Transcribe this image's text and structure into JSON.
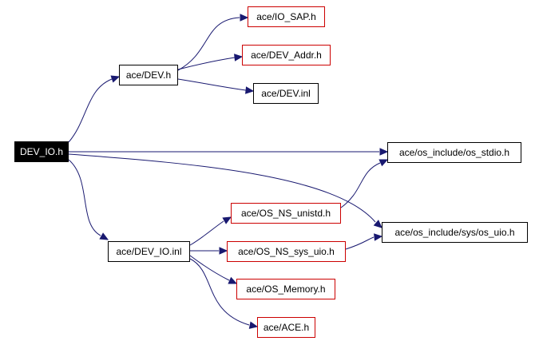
{
  "graph": {
    "edge_color": "#191970",
    "nodes": {
      "root": {
        "label": "DEV_IO.h",
        "style": "root"
      },
      "dev_h": {
        "label": "ace/DEV.h",
        "style": "black"
      },
      "io_sap": {
        "label": "ace/IO_SAP.h",
        "style": "red"
      },
      "dev_addr": {
        "label": "ace/DEV_Addr.h",
        "style": "red"
      },
      "dev_inl": {
        "label": "ace/DEV.inl",
        "style": "black"
      },
      "os_stdio": {
        "label": "ace/os_include/os_stdio.h",
        "style": "black"
      },
      "os_uio": {
        "label": "ace/os_include/sys/os_uio.h",
        "style": "black"
      },
      "dev_io_inl": {
        "label": "ace/DEV_IO.inl",
        "style": "black"
      },
      "ns_unistd": {
        "label": "ace/OS_NS_unistd.h",
        "style": "red"
      },
      "ns_sys_uio": {
        "label": "ace/OS_NS_sys_uio.h",
        "style": "red"
      },
      "os_memory": {
        "label": "ace/OS_Memory.h",
        "style": "red"
      },
      "ace_h": {
        "label": "ace/ACE.h",
        "style": "red"
      }
    },
    "edges": [
      {
        "from": "root",
        "to": "dev_h"
      },
      {
        "from": "root",
        "to": "os_stdio"
      },
      {
        "from": "root",
        "to": "os_uio"
      },
      {
        "from": "root",
        "to": "dev_io_inl"
      },
      {
        "from": "dev_h",
        "to": "io_sap"
      },
      {
        "from": "dev_h",
        "to": "dev_addr"
      },
      {
        "from": "dev_h",
        "to": "dev_inl"
      },
      {
        "from": "dev_io_inl",
        "to": "ns_unistd"
      },
      {
        "from": "dev_io_inl",
        "to": "ns_sys_uio"
      },
      {
        "from": "dev_io_inl",
        "to": "os_memory"
      },
      {
        "from": "dev_io_inl",
        "to": "ace_h"
      },
      {
        "from": "ns_unistd",
        "to": "os_stdio"
      },
      {
        "from": "ns_sys_uio",
        "to": "os_uio"
      }
    ]
  }
}
